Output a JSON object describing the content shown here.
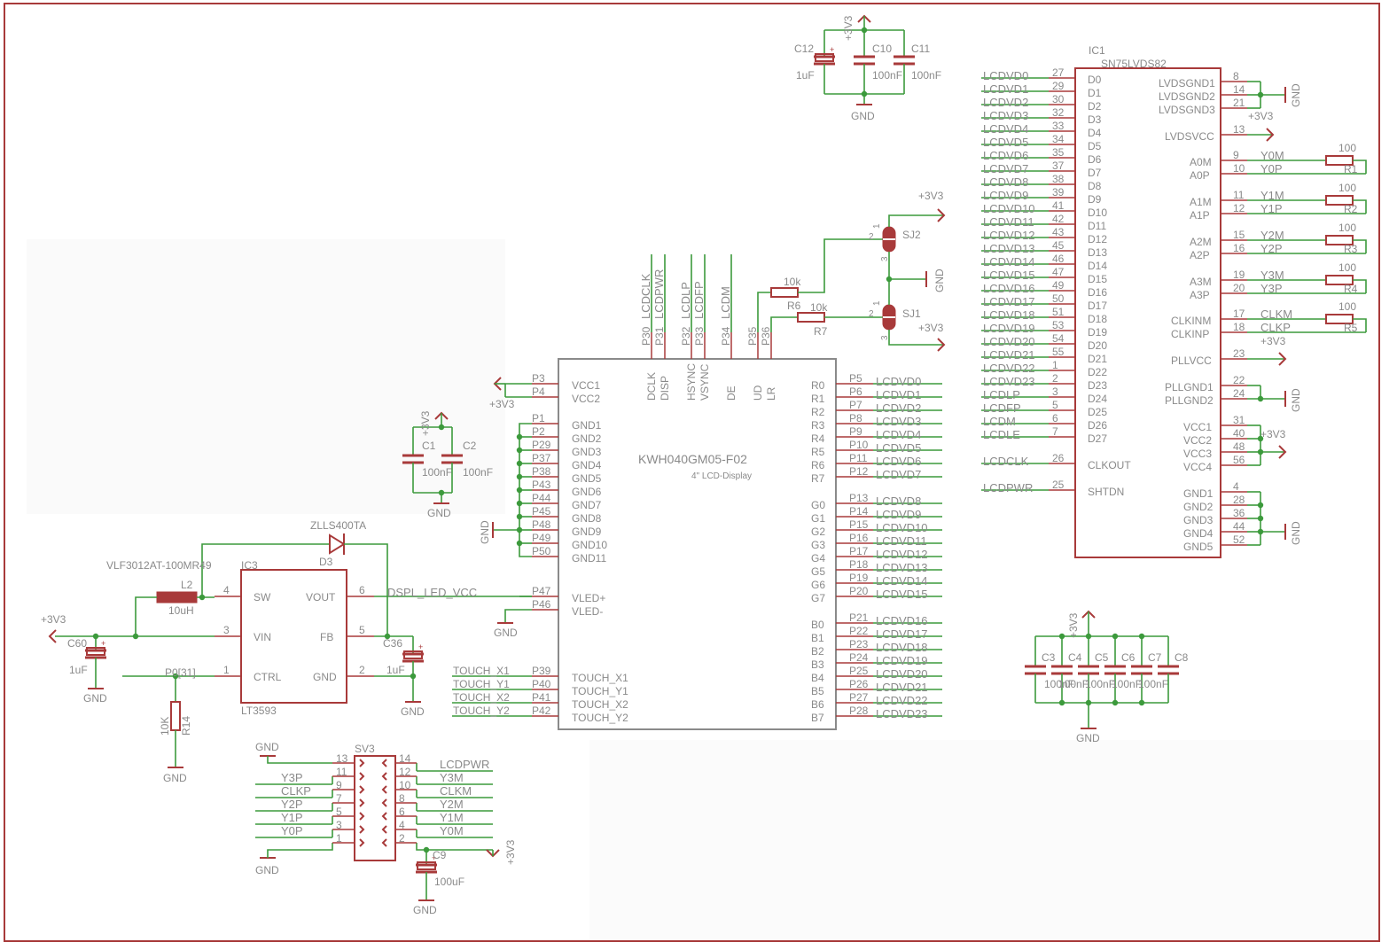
{
  "lcd": {
    "name": "KWH040GM05-F02",
    "desc": "4\" LCD-Display",
    "left_pins": [
      {
        "pad": "P3",
        "label": "VCC1"
      },
      {
        "pad": "P4",
        "label": "VCC2"
      },
      {
        "pad": "P1",
        "label": "GND1"
      },
      {
        "pad": "P2",
        "label": "GND2"
      },
      {
        "pad": "P29",
        "label": "GND3"
      },
      {
        "pad": "P37",
        "label": "GND4"
      },
      {
        "pad": "P38",
        "label": "GND5"
      },
      {
        "pad": "P43",
        "label": "GND6"
      },
      {
        "pad": "P44",
        "label": "GND7"
      },
      {
        "pad": "P45",
        "label": "GND8"
      },
      {
        "pad": "P48",
        "label": "GND9"
      },
      {
        "pad": "P49",
        "label": "GND10"
      },
      {
        "pad": "P50",
        "label": "GND11"
      },
      {
        "pad": "P47",
        "label": "VLED+"
      },
      {
        "pad": "P46",
        "label": "VLED-"
      },
      {
        "pad": "P39",
        "label": "TOUCH_X1",
        "net": "TOUCH_X1"
      },
      {
        "pad": "P40",
        "label": "TOUCH_Y1",
        "net": "TOUCH_Y1"
      },
      {
        "pad": "P41",
        "label": "TOUCH_X2",
        "net": "TOUCH_X2"
      },
      {
        "pad": "P42",
        "label": "TOUCH_Y2",
        "net": "TOUCH_Y2"
      }
    ],
    "top_pins": [
      {
        "pad": "P30",
        "label": "DCLK",
        "net": "LCDCLK"
      },
      {
        "pad": "P31",
        "label": "DISP",
        "net": "LCDPWR"
      },
      {
        "pad": "P32",
        "label": "HSYNC",
        "net": "LCDLP"
      },
      {
        "pad": "P33",
        "label": "VSYNC",
        "net": "LCDFP"
      },
      {
        "pad": "P34",
        "label": "DE",
        "net": "LCDM"
      },
      {
        "pad": "P35",
        "label": "UD"
      },
      {
        "pad": "P36",
        "label": "LR"
      }
    ],
    "right_pins": [
      {
        "pad": "P5",
        "label": "R0",
        "net": "LCDVD0"
      },
      {
        "pad": "P6",
        "label": "R1",
        "net": "LCDVD1"
      },
      {
        "pad": "P7",
        "label": "R2",
        "net": "LCDVD2"
      },
      {
        "pad": "P8",
        "label": "R3",
        "net": "LCDVD3"
      },
      {
        "pad": "P9",
        "label": "R4",
        "net": "LCDVD4"
      },
      {
        "pad": "P10",
        "label": "R5",
        "net": "LCDVD5"
      },
      {
        "pad": "P11",
        "label": "R6",
        "net": "LCDVD6"
      },
      {
        "pad": "P12",
        "label": "R7",
        "net": "LCDVD7"
      },
      {
        "pad": "P13",
        "label": "G0",
        "net": "LCDVD8"
      },
      {
        "pad": "P14",
        "label": "G1",
        "net": "LCDVD9"
      },
      {
        "pad": "P15",
        "label": "G2",
        "net": "LCDVD10"
      },
      {
        "pad": "P16",
        "label": "G3",
        "net": "LCDVD11"
      },
      {
        "pad": "P17",
        "label": "G4",
        "net": "LCDVD12"
      },
      {
        "pad": "P18",
        "label": "G5",
        "net": "LCDVD13"
      },
      {
        "pad": "P19",
        "label": "G6",
        "net": "LCDVD14"
      },
      {
        "pad": "P20",
        "label": "G7",
        "net": "LCDVD15"
      },
      {
        "pad": "P21",
        "label": "B0",
        "net": "LCDVD16"
      },
      {
        "pad": "P22",
        "label": "B1",
        "net": "LCDVD17"
      },
      {
        "pad": "P23",
        "label": "B2",
        "net": "LCDVD18"
      },
      {
        "pad": "P24",
        "label": "B3",
        "net": "LCDVD19"
      },
      {
        "pad": "P25",
        "label": "B4",
        "net": "LCDVD20"
      },
      {
        "pad": "P26",
        "label": "B5",
        "net": "LCDVD21"
      },
      {
        "pad": "P27",
        "label": "B6",
        "net": "LCDVD22"
      },
      {
        "pad": "P28",
        "label": "B7",
        "net": "LCDVD23"
      }
    ]
  },
  "ic1": {
    "ref": "IC1",
    "name": "SN75LVDS82",
    "left_pins": [
      {
        "net": "LCDVD0",
        "num": "27",
        "label": "D0"
      },
      {
        "net": "LCDVD1",
        "num": "29",
        "label": "D1"
      },
      {
        "net": "LCDVD2",
        "num": "30",
        "label": "D2"
      },
      {
        "net": "LCDVD3",
        "num": "32",
        "label": "D3"
      },
      {
        "net": "LCDVD4",
        "num": "33",
        "label": "D4"
      },
      {
        "net": "LCDVD5",
        "num": "34",
        "label": "D5"
      },
      {
        "net": "LCDVD6",
        "num": "35",
        "label": "D6"
      },
      {
        "net": "LCDVD7",
        "num": "37",
        "label": "D7"
      },
      {
        "net": "LCDVD8",
        "num": "38",
        "label": "D8"
      },
      {
        "net": "LCDVD9",
        "num": "39",
        "label": "D9"
      },
      {
        "net": "LCDVD10",
        "num": "41",
        "label": "D10"
      },
      {
        "net": "LCDVD11",
        "num": "42",
        "label": "D11"
      },
      {
        "net": "LCDVD12",
        "num": "43",
        "label": "D12"
      },
      {
        "net": "LCDVD13",
        "num": "45",
        "label": "D13"
      },
      {
        "net": "LCDVD14",
        "num": "46",
        "label": "D14"
      },
      {
        "net": "LCDVD15",
        "num": "47",
        "label": "D15"
      },
      {
        "net": "LCDVD16",
        "num": "49",
        "label": "D16"
      },
      {
        "net": "LCDVD17",
        "num": "50",
        "label": "D17"
      },
      {
        "net": "LCDVD18",
        "num": "51",
        "label": "D18"
      },
      {
        "net": "LCDVD19",
        "num": "53",
        "label": "D19"
      },
      {
        "net": "LCDVD20",
        "num": "54",
        "label": "D20"
      },
      {
        "net": "LCDVD21",
        "num": "55",
        "label": "D21"
      },
      {
        "net": "LCDVD22",
        "num": "1",
        "label": "D22"
      },
      {
        "net": "LCDVD23",
        "num": "2",
        "label": "D23"
      },
      {
        "net": "LCDLP",
        "num": "3",
        "label": "D24"
      },
      {
        "net": "LCDFP",
        "num": "5",
        "label": "D25"
      },
      {
        "net": "LCDM",
        "num": "6",
        "label": "D26"
      },
      {
        "net": "LCDLE",
        "num": "7",
        "label": "D27"
      },
      {
        "net": "LCDCLK",
        "num": "26",
        "label": "CLKOUT"
      },
      {
        "net": "LCDPWR",
        "num": "25",
        "label": "SHTDN"
      }
    ],
    "right_pins": [
      {
        "label": "LVDSGND1",
        "num": "8"
      },
      {
        "label": "LVDSGND2",
        "num": "14"
      },
      {
        "label": "LVDSGND3",
        "num": "21"
      },
      {
        "label": "LVDSVCC",
        "num": "13"
      },
      {
        "label": "A0M",
        "num": "9",
        "net": "Y0M"
      },
      {
        "label": "A0P",
        "num": "10",
        "net": "Y0P"
      },
      {
        "label": "A1M",
        "num": "11",
        "net": "Y1M"
      },
      {
        "label": "A1P",
        "num": "12",
        "net": "Y1P"
      },
      {
        "label": "A2M",
        "num": "15",
        "net": "Y2M"
      },
      {
        "label": "A2P",
        "num": "16",
        "net": "Y2P"
      },
      {
        "label": "A3M",
        "num": "19",
        "net": "Y3M"
      },
      {
        "label": "A3P",
        "num": "20",
        "net": "Y3P"
      },
      {
        "label": "CLKINM",
        "num": "17",
        "net": "CLKM"
      },
      {
        "label": "CLKINP",
        "num": "18",
        "net": "CLKP"
      },
      {
        "label": "PLLVCC",
        "num": "23"
      },
      {
        "label": "PLLGND1",
        "num": "22"
      },
      {
        "label": "PLLGND2",
        "num": "24"
      },
      {
        "label": "VCC1",
        "num": "31"
      },
      {
        "label": "VCC2",
        "num": "40"
      },
      {
        "label": "VCC3",
        "num": "48"
      },
      {
        "label": "VCC4",
        "num": "56"
      },
      {
        "label": "GND1",
        "num": "4"
      },
      {
        "label": "GND2",
        "num": "28"
      },
      {
        "label": "GND3",
        "num": "36"
      },
      {
        "label": "GND4",
        "num": "44"
      },
      {
        "label": "GND5",
        "num": "52"
      }
    ],
    "terminations": [
      {
        "ref": "R1",
        "value": "100"
      },
      {
        "ref": "R2",
        "value": "100"
      },
      {
        "ref": "R3",
        "value": "100"
      },
      {
        "ref": "R4",
        "value": "100"
      },
      {
        "ref": "R5",
        "value": "100"
      }
    ]
  },
  "ic3": {
    "ref": "IC3",
    "name": "LT3593",
    "pins": [
      {
        "num": "4",
        "label": "SW"
      },
      {
        "num": "3",
        "label": "VIN"
      },
      {
        "num": "1",
        "label": "CTRL"
      },
      {
        "num": "6",
        "label": "VOUT"
      },
      {
        "num": "5",
        "label": "FB"
      },
      {
        "num": "2",
        "label": "GND"
      }
    ],
    "inductor": {
      "ref": "L2",
      "value": "10uH",
      "part": "VLF3012AT-100MR49"
    },
    "diode": {
      "ref": "D3",
      "part": "ZLLS400TA"
    },
    "c60": {
      "ref": "C60",
      "value": "1uF"
    },
    "c36": {
      "ref": "C36",
      "value": "1uF"
    },
    "r14": {
      "ref": "R14",
      "value": "10K"
    },
    "ctrl_net": "P0[31]",
    "led_net": "DSPL_LED_VCC"
  },
  "decoupling": {
    "c12": {
      "ref": "C12",
      "value": "1uF"
    },
    "c10": {
      "ref": "C10",
      "value": "100nF"
    },
    "c11": {
      "ref": "C11",
      "value": "100nF"
    },
    "c1": {
      "ref": "C1",
      "value": "100nF"
    },
    "c2": {
      "ref": "C2",
      "value": "100nF"
    },
    "bank": [
      {
        "ref": "C3",
        "value": "100nF"
      },
      {
        "ref": "C4",
        "value": "100nF"
      },
      {
        "ref": "C5",
        "value": "100nF"
      },
      {
        "ref": "C6",
        "value": "100nF"
      },
      {
        "ref": "C7",
        "value": "100nF"
      },
      {
        "ref": "C8",
        "value": ""
      }
    ]
  },
  "jumpers": {
    "r6": {
      "ref": "R6",
      "value": "10k"
    },
    "r7": {
      "ref": "R7",
      "value": "10k"
    },
    "sj2": "SJ2",
    "sj1": "SJ1",
    "pin1": "1",
    "pin2": "2",
    "pin3": "3"
  },
  "sv3": {
    "ref": "SV3",
    "left": [
      {
        "num": "13",
        "net": ""
      },
      {
        "num": "11",
        "net": "Y3P"
      },
      {
        "num": "9",
        "net": "CLKP"
      },
      {
        "num": "7",
        "net": "Y2P"
      },
      {
        "num": "5",
        "net": "Y1P"
      },
      {
        "num": "3",
        "net": "Y0P"
      },
      {
        "num": "1",
        "net": ""
      }
    ],
    "right": [
      {
        "num": "14",
        "net": "LCDPWR"
      },
      {
        "num": "12",
        "net": "Y3M"
      },
      {
        "num": "10",
        "net": "CLKM"
      },
      {
        "num": "8",
        "net": "Y2M"
      },
      {
        "num": "6",
        "net": "Y1M"
      },
      {
        "num": "4",
        "net": "Y0M"
      },
      {
        "num": "2",
        "net": ""
      }
    ],
    "c9": {
      "ref": "C9",
      "value": "100uF"
    }
  },
  "supply": {
    "v33": "+3V3",
    "gnd": "GND"
  },
  "colors": {
    "frame": "#a83a3a",
    "net": "#3c9a3c",
    "text": "#8a8a8a"
  }
}
